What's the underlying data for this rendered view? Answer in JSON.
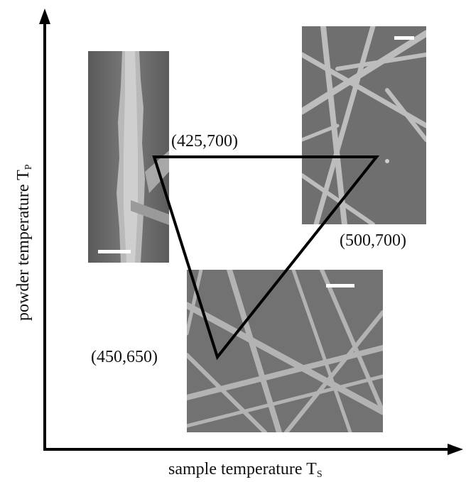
{
  "axes": {
    "x_label": "sample temperature T",
    "x_sub": "S",
    "y_label": "powder temperature T",
    "y_sub": "P"
  },
  "points": [
    {
      "label": "(425,700)",
      "Ts": 425,
      "Tp": 700
    },
    {
      "label": "(500,700)",
      "Ts": 500,
      "Tp": 700
    },
    {
      "label": "(450,650)",
      "Ts": 450,
      "Tp": 650
    }
  ],
  "images": {
    "left": "sem-image-thick-nanowire",
    "right": "sem-image-nanowire-network",
    "bottom": "sem-image-thin-nanowires"
  }
}
